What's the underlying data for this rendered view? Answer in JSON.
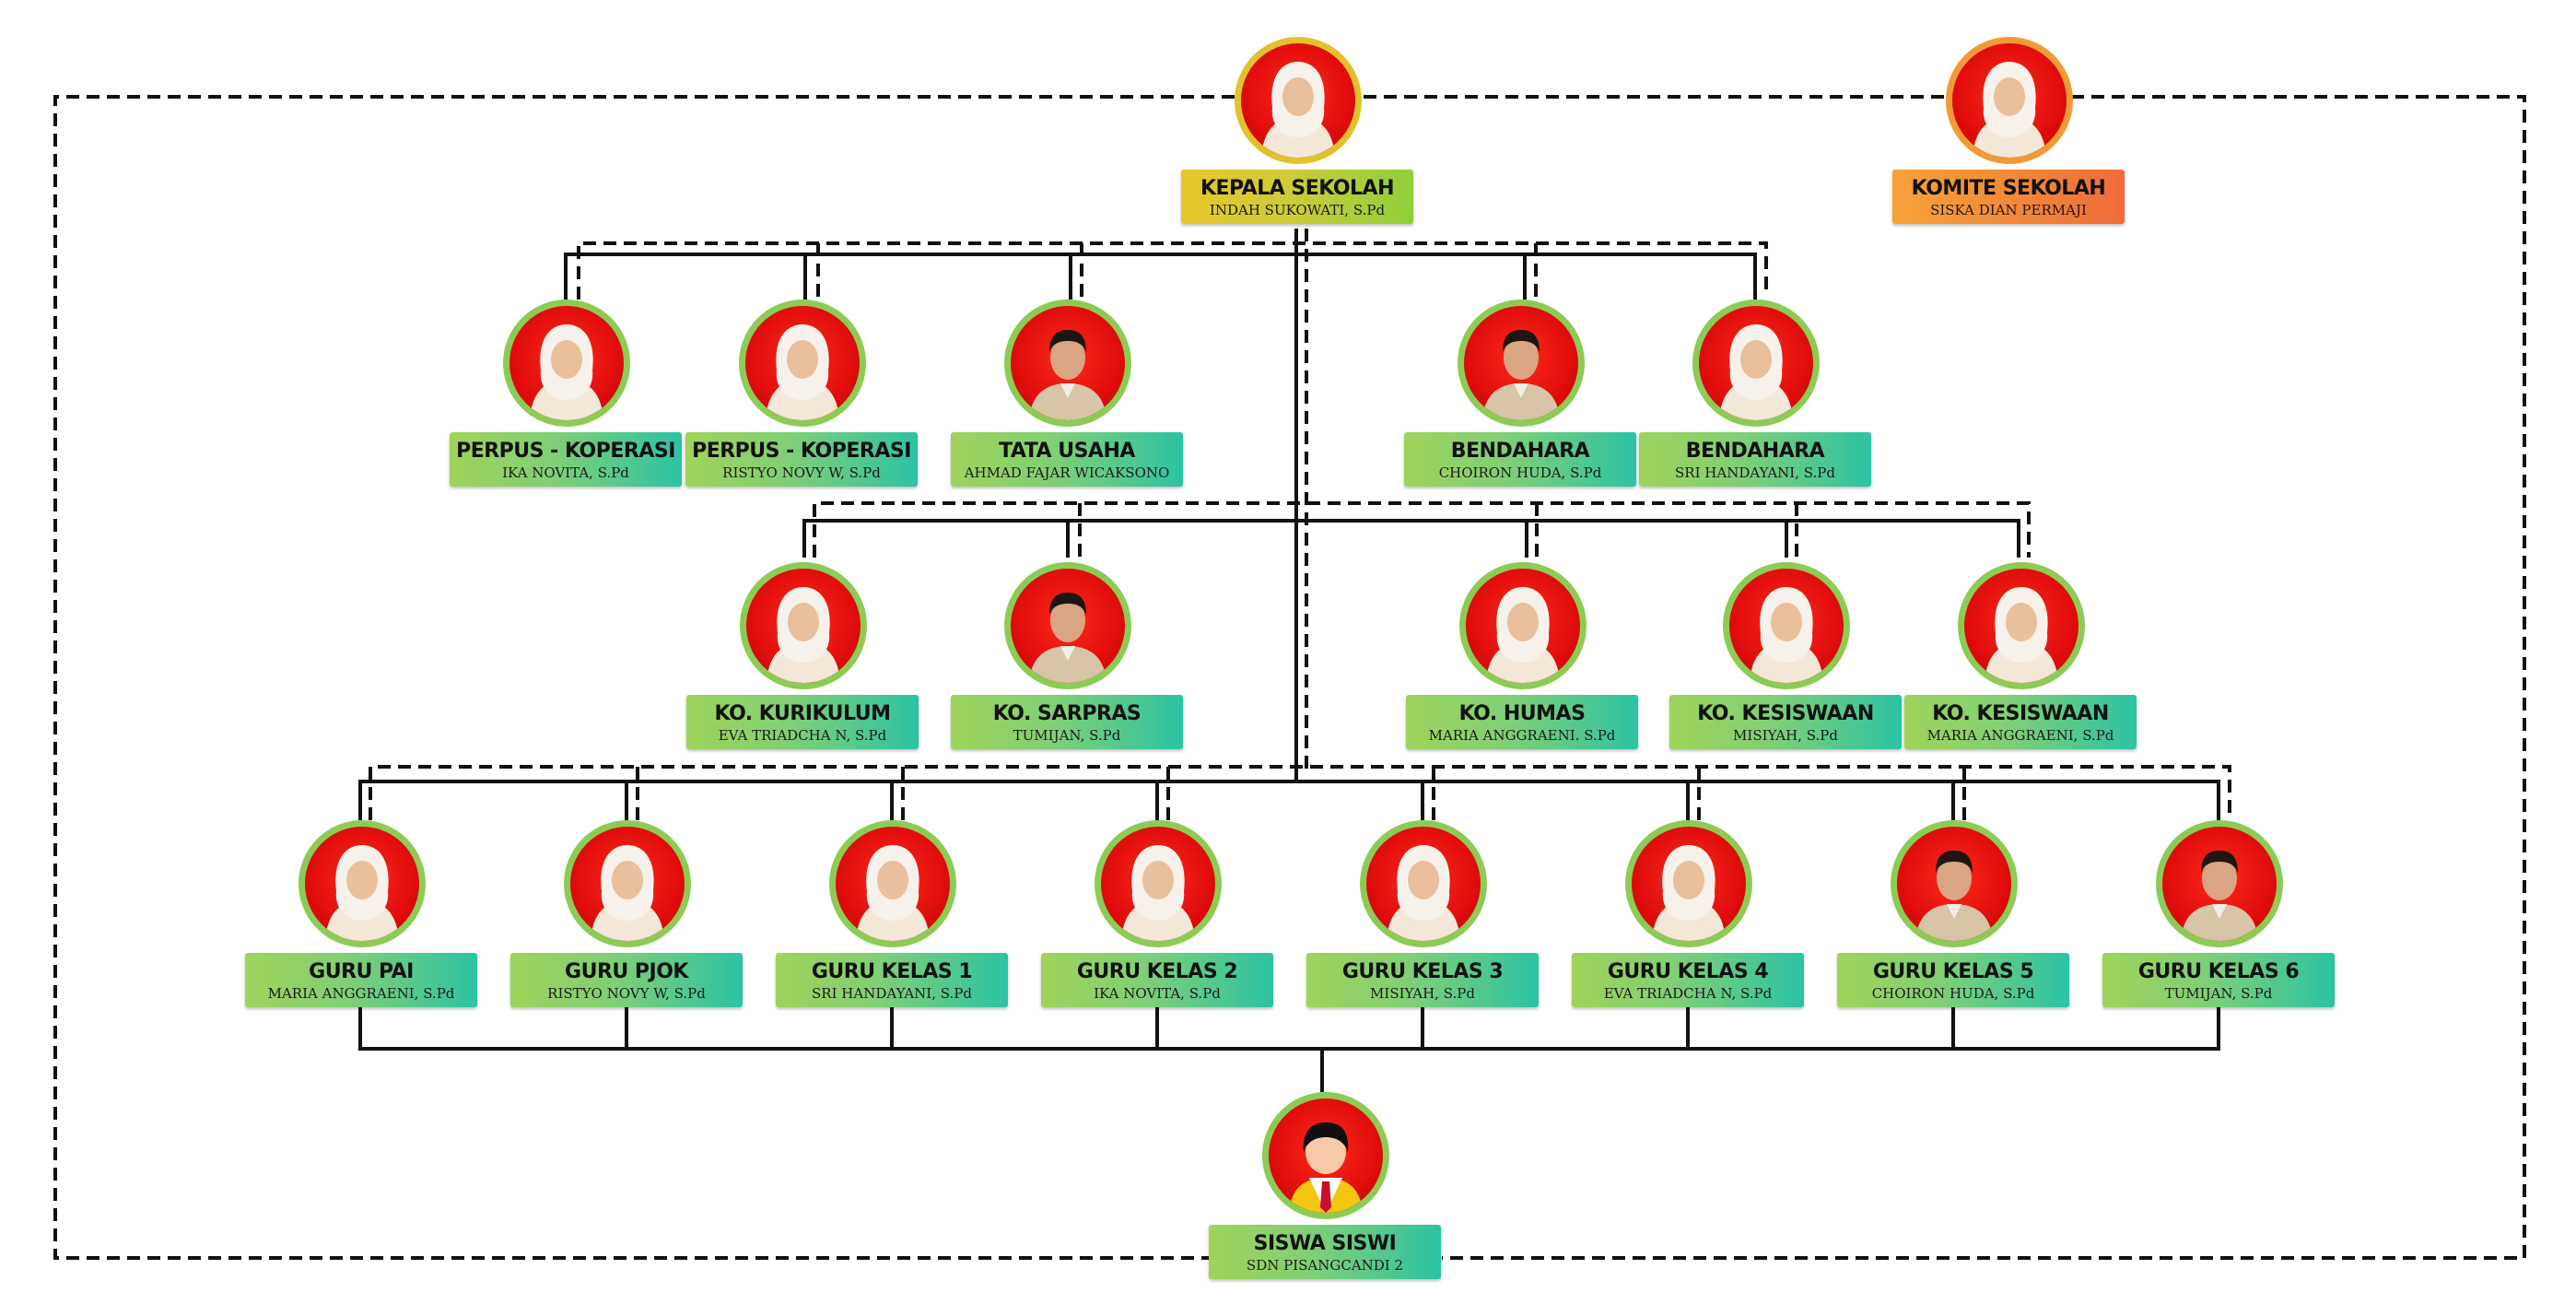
{
  "nodes": {
    "kepala": {
      "title": "KEPALA SEKOLAH",
      "name": "INDAH SUKOWATI, S.Pd",
      "avatar": "woman-hijab-photo"
    },
    "komite": {
      "title": "KOMITE SEKOLAH",
      "name": "SISKA DIAN PERMAJI",
      "avatar": "woman-hijab-photo"
    },
    "perpus1": {
      "title": "PERPUS - KOPERASI",
      "name": "IKA NOVITA, S.Pd",
      "avatar": "woman-hijab-photo"
    },
    "perpus2": {
      "title": "PERPUS - KOPERASI",
      "name": "RISTYO NOVY W, S.Pd",
      "avatar": "woman-hijab-photo"
    },
    "tata_usaha": {
      "title": "TATA USAHA",
      "name": "AHMAD FAJAR WICAKSONO",
      "avatar": "man-photo"
    },
    "bendahara1": {
      "title": "BENDAHARA",
      "name": "CHOIRON HUDA, S.Pd",
      "avatar": "man-photo"
    },
    "bendahara2": {
      "title": "BENDAHARA",
      "name": "SRI HANDAYANI, S.Pd",
      "avatar": "woman-hijab-photo"
    },
    "ko_kurikulum": {
      "title": "KO. KURIKULUM",
      "name": "EVA TRIADCHA N, S.Pd",
      "avatar": "woman-hijab-photo"
    },
    "ko_sarpras": {
      "title": "KO. SARPRAS",
      "name": "TUMIJAN, S.Pd",
      "avatar": "man-photo"
    },
    "ko_humas": {
      "title": "KO. HUMAS",
      "name": "MARIA ANGGRAENI. S.Pd",
      "avatar": "woman-hijab-photo"
    },
    "ko_kesiswaan1": {
      "title": "KO. KESISWAAN",
      "name": "MISIYAH, S.Pd",
      "avatar": "woman-hijab-photo"
    },
    "ko_kesiswaan2": {
      "title": "KO. KESISWAAN",
      "name": "MARIA ANGGRAENI, S.Pd",
      "avatar": "woman-hijab-photo"
    },
    "guru_pai": {
      "title": "GURU PAI",
      "name": "MARIA ANGGRAENI, S.Pd",
      "avatar": "woman-hijab-photo"
    },
    "guru_pjok": {
      "title": "GURU PJOK",
      "name": "RISTYO NOVY W, S.Pd",
      "avatar": "woman-hijab-photo"
    },
    "guru_kelas1": {
      "title": "GURU KELAS 1",
      "name": "SRI HANDAYANI, S.Pd",
      "avatar": "woman-hijab-photo"
    },
    "guru_kelas2": {
      "title": "GURU KELAS 2",
      "name": "IKA NOVITA, S.Pd",
      "avatar": "woman-hijab-photo"
    },
    "guru_kelas3": {
      "title": "GURU KELAS 3",
      "name": "MISIYAH, S.Pd",
      "avatar": "woman-hijab-photo"
    },
    "guru_kelas4": {
      "title": "GURU KELAS 4",
      "name": "EVA TRIADCHA N, S.Pd",
      "avatar": "woman-hijab-photo"
    },
    "guru_kelas5": {
      "title": "GURU KELAS 5",
      "name": "CHOIRON HUDA, S.Pd",
      "avatar": "man-photo"
    },
    "guru_kelas6": {
      "title": "GURU KELAS 6",
      "name": "TUMIJAN, S.Pd",
      "avatar": "man-photo"
    },
    "siswa": {
      "title": "SISWA SISWI",
      "name": "SDN PISANGCANDI 2",
      "avatar": "student-icon"
    }
  },
  "colors": {
    "line": "#111111",
    "label_green_start": "#9fd45b",
    "label_green_end": "#2cc3a4",
    "label_gold": "#e7c62a",
    "label_orange": "#f38a38",
    "photo_bg": "#e00d0d",
    "ring_green": "#8ccc55"
  }
}
